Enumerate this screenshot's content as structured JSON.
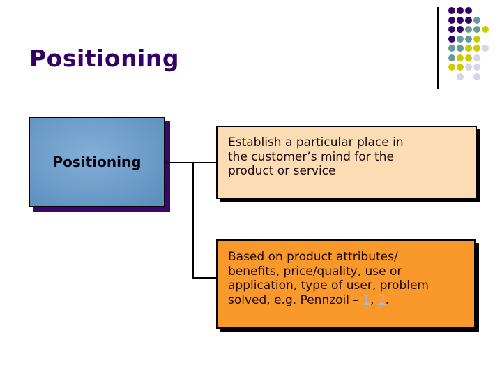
{
  "slide": {
    "title": "Positioning",
    "background_color": "#FFFFFF",
    "title_color": "#330066"
  },
  "decoration": {
    "vertical_line_color": "#000000",
    "dot_palette": {
      "purple": "#330066",
      "teal": "#669999",
      "yellow": "#CCCC00",
      "lavender": "#D6D6E8"
    },
    "dot_grid": [
      [
        "purple",
        "purple",
        "purple",
        null,
        null
      ],
      [
        "purple",
        "purple",
        "purple",
        "teal",
        null
      ],
      [
        "purple",
        "purple",
        "teal",
        "teal",
        "yellow"
      ],
      [
        "purple",
        "teal",
        "teal",
        "yellow",
        null
      ],
      [
        "teal",
        "teal",
        "yellow",
        "yellow",
        "lavender"
      ],
      [
        "teal",
        "yellow",
        "yellow",
        "lavender",
        null
      ],
      [
        "yellow",
        "yellow",
        "lavender",
        "lavender",
        null
      ],
      [
        null,
        "lavender",
        null,
        "lavender",
        null
      ]
    ]
  },
  "diagram": {
    "connector_color": "#000000",
    "main_box": {
      "label": "Positioning",
      "fill_center": "#83AFD9",
      "fill_edge": "#5A8DBC",
      "border_color": "#000000",
      "shadow_color": "#38096B",
      "label_color": "#050510"
    },
    "establish_box": {
      "fill": "#FCDCB4",
      "border_color": "#000000",
      "shadow_color": "#000000",
      "text_color": "#1C0903",
      "lines": [
        "Establish a particular place in",
        "the customer’s mind for the",
        "product or service"
      ]
    },
    "based_on_box": {
      "fill": "#F9982B",
      "border_color": "#000000",
      "shadow_color": "#000000",
      "text_color": "#1C0903",
      "lines": [
        "Based on product attributes/",
        "benefits, price/quality, use or",
        "application, type of user, problem"
      ],
      "last_line": [
        {
          "text": "solved, e.g. Pennzoil – "
        },
        {
          "text": "1",
          "link": true
        },
        {
          "text": ", "
        },
        {
          "text": "2",
          "link": true
        },
        {
          "text": "."
        }
      ],
      "link_color": "#A8B7DC"
    }
  }
}
